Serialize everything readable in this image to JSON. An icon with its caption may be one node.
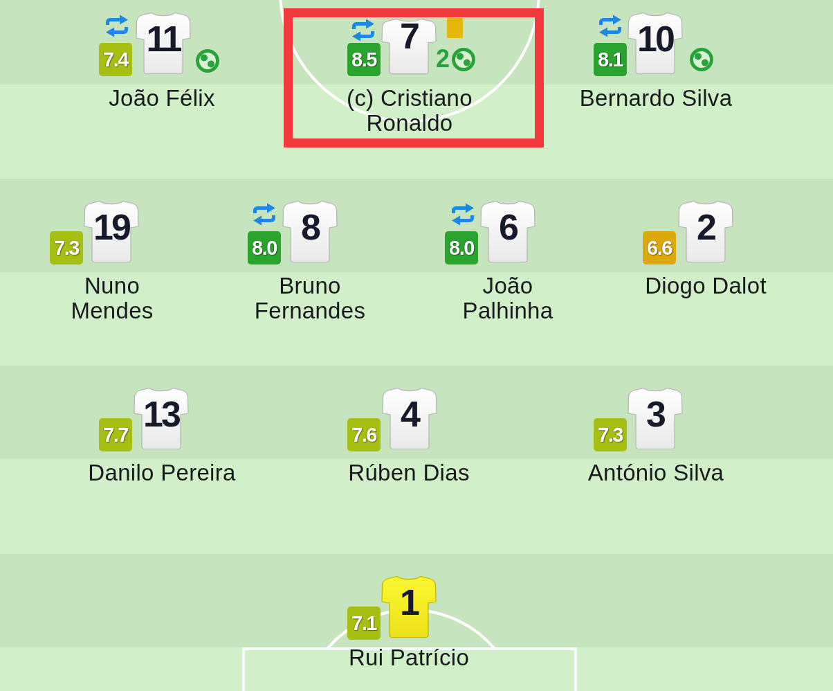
{
  "diagram": {
    "nodes": [
      {
        "text": [
          "7.4"
        ]
      },
      {
        "text": [
          "11"
        ],
        "beside": [
          "João Félix"
        ]
      },
      {
        "text": [],
        "shape": "box"
      },
      {
        "text": [
          "8.5"
        ],
        "in": 2
      },
      {
        "text": [
          "7"
        ],
        "in": 2,
        "beside": [
          "(c) Cristiano Ronaldo"
        ]
      },
      {
        "text": [
          "8.1"
        ]
      },
      {
        "text": [
          "10"
        ],
        "beside": [
          "Bernardo Silva"
        ]
      },
      {
        "text": [
          "7.3"
        ]
      },
      {
        "text": [
          "19"
        ],
        "beside": [
          "Nuno Mendes"
        ]
      },
      {
        "text": [
          "8.0"
        ]
      },
      {
        "text": [
          "8"
        ],
        "beside": [
          "Bruno Fernandes"
        ]
      },
      {
        "text": [
          "8.0"
        ]
      },
      {
        "text": [
          "6"
        ],
        "beside": [
          "João Palhinha"
        ]
      },
      {
        "text": [
          "6.6"
        ]
      },
      {
        "text": [
          "2"
        ],
        "beside": [
          "Diogo Dalot"
        ]
      },
      {
        "text": [
          "7.7"
        ]
      },
      {
        "text": [
          "13"
        ],
        "beside": [
          "Danilo Pereira"
        ]
      },
      {
        "text": [
          "7.6"
        ]
      },
      {
        "text": [
          "4"
        ],
        "beside": [
          "Rúben Dias"
        ]
      },
      {
        "text": [
          "7.3"
        ]
      },
      {
        "text": [
          "3"
        ],
        "beside": [
          "António Silva"
        ]
      },
      {
        "text": [
          "7.1"
        ]
      },
      {
        "text": [
          "1"
        ],
        "beside": [
          "Rui Patrício"
        ]
      }
    ],
    "labels": [
      "2"
    ]
  }
}
